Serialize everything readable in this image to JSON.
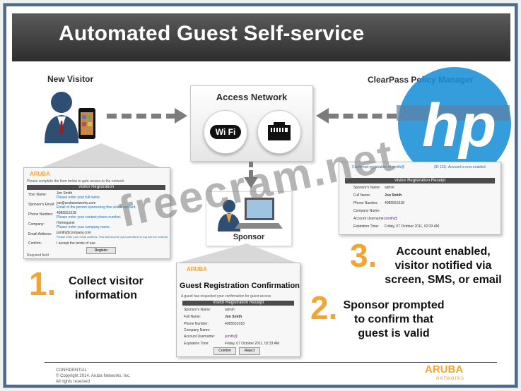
{
  "slide": {
    "title": "Automated Guest Self-service",
    "new_visitor_label": "New Visitor",
    "clearpass_label": "ClearPass Policy Manager",
    "access_network_label": "Access Network",
    "wifi_text": "Wi Fi",
    "sponsor_label": "Sponsor",
    "watermark": "freecram.net"
  },
  "steps": [
    {
      "number": "1.",
      "text_line1": "Collect visitor",
      "text_line2": "information"
    },
    {
      "number": "2.",
      "text_line1": "Sponsor prompted",
      "text_line2": "to confirm that",
      "text_line3": "guest is valid"
    },
    {
      "number": "3.",
      "text_line1": "Account enabled,",
      "text_line2": "visitor notified via",
      "text_line3": "screen, SMS, or email"
    }
  ],
  "visitor_form": {
    "logo": "ARUBA",
    "intro": "Please complete the form below to gain access to the network.",
    "header": "Visitor Registration",
    "rows": [
      {
        "label": "Your Name:",
        "value": "Jon Smith",
        "hint": "Please enter your full name."
      },
      {
        "label": "Sponsor's Email:",
        "value": "joe@arubanetworks.com",
        "hint": "Email of the person sponsoring this visitor account."
      },
      {
        "label": "Phone Number:",
        "value": "4085551018",
        "hint": "Please enter your contact phone number."
      },
      {
        "label": "Company:",
        "value": "Homeguest",
        "hint": "Please enter your company name."
      },
      {
        "label": "Email Address:",
        "value": "jsmith@company.com",
        "hint": "Please enter your email address. This will become your username to log into the network."
      },
      {
        "label": "Confirm:",
        "value": "I accept the terms of use",
        "hint": ""
      }
    ],
    "button": "Register",
    "footer": "Required field"
  },
  "sponsor_form": {
    "logo": "ARUBA",
    "title": "Guest Registration Confirmation",
    "intro": "A guest has requested your confirmation for guest access",
    "header": "Visitor Registration Receipt",
    "rows": [
      {
        "label": "Sponsor's Name:",
        "value": "admin"
      },
      {
        "label": "Full Name:",
        "value": "Jon Smith"
      },
      {
        "label": "Phone Number:",
        "value": "4085551018"
      },
      {
        "label": "Company Name:",
        "value": ""
      },
      {
        "label": "Account Username:",
        "value": "jsmith@"
      },
      {
        "label": "Expiration Time:",
        "value": "Friday, 07 October 2011, 02:33 AM"
      }
    ],
    "confirm_button": "Confirm",
    "reject_button": "Reject"
  },
  "clearpass_form": {
    "notice_left": "Confirmed registration of jsmith@",
    "notice_right": "(ID 111). Account is now enabled.",
    "header": "Visitor Registration Receipt",
    "rows": [
      {
        "label": "Sponsor's Name:",
        "value": "admin"
      },
      {
        "label": "Full Name:",
        "value": "Jon Smith"
      },
      {
        "label": "Phone Number:",
        "value": "4085551018"
      },
      {
        "label": "Company Name:",
        "value": ""
      },
      {
        "label": "Account Username:",
        "value": "jsmith@"
      },
      {
        "label": "Expiration Time:",
        "value": "Friday, 07 October 2011, 02:33 AM"
      }
    ]
  },
  "footer": {
    "line1": "CONFIDENTIAL",
    "line2": "© Copyright 2014. Aruba Networks, Inc.",
    "line3": "All rights reserved",
    "logo_top": "ARUBA",
    "logo_bottom": "networks"
  },
  "colors": {
    "accent_orange": "#f4a531",
    "hp_blue": "#1a8fd8",
    "title_bar": "#3a3a3a",
    "frame": "#4e6b8c"
  }
}
